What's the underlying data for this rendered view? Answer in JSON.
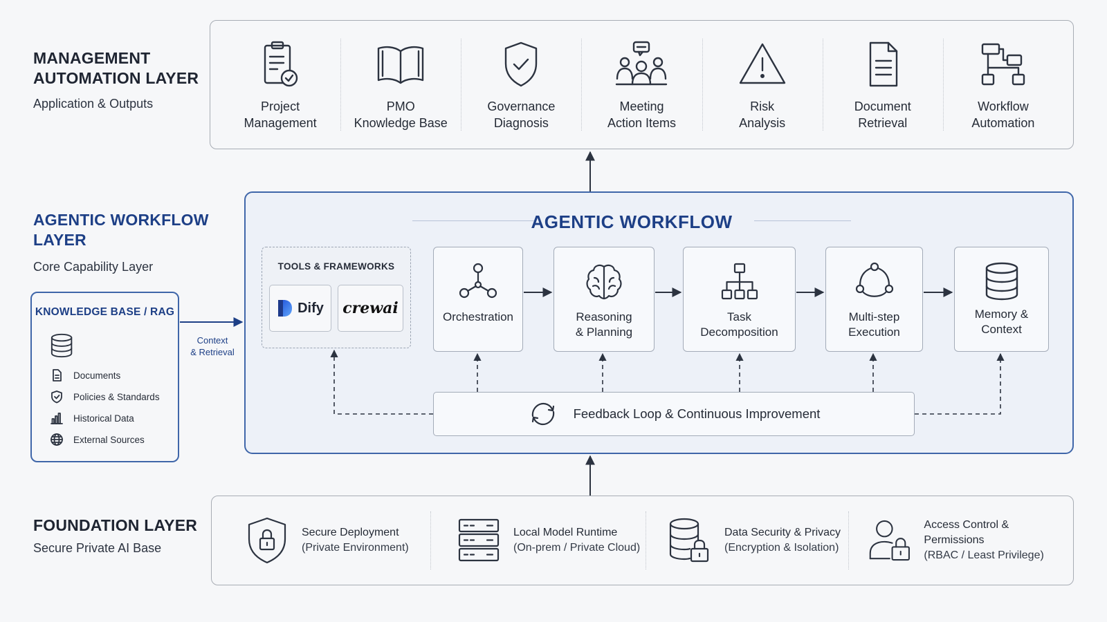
{
  "management": {
    "title_line1": "MANAGEMENT",
    "title_line2": "AUTOMATION LAYER",
    "subtitle": "Application & Outputs",
    "items": [
      {
        "label": "Project\nManagement",
        "icon": "clipboard-check-icon"
      },
      {
        "label": "PMO\nKnowledge Base",
        "icon": "open-book-icon"
      },
      {
        "label": "Governance\nDiagnosis",
        "icon": "shield-check-icon"
      },
      {
        "label": "Meeting\nAction Items",
        "icon": "meeting-group-icon"
      },
      {
        "label": "Risk\nAnalysis",
        "icon": "warning-triangle-icon"
      },
      {
        "label": "Document\nRetrieval",
        "icon": "document-icon"
      },
      {
        "label": "Workflow\nAutomation",
        "icon": "workflow-nodes-icon"
      }
    ]
  },
  "agentic": {
    "left_title_line1": "AGENTIC WORKFLOW",
    "left_title_line2": "LAYER",
    "left_subtitle": "Core Capability Layer",
    "panel_title": "AGENTIC WORKFLOW",
    "tools_title": "TOOLS & FRAMEWORKS",
    "tools": [
      {
        "name": "Dify",
        "icon": "dify-logo"
      },
      {
        "name": "crewai",
        "icon": "crewai-logo"
      }
    ],
    "steps": [
      {
        "label": "Orchestration",
        "icon": "orchestration-nodes-icon"
      },
      {
        "label": "Reasoning\n& Planning",
        "icon": "brain-icon"
      },
      {
        "label": "Task\nDecomposition",
        "icon": "hierarchy-icon"
      },
      {
        "label": "Multi-step\nExecution",
        "icon": "cycle-nodes-icon"
      },
      {
        "label": "Memory &\nContext",
        "icon": "database-icon"
      }
    ],
    "feedback": {
      "label": "Feedback Loop & Continuous Improvement",
      "icon": "refresh-icon"
    }
  },
  "knowledge_base": {
    "title": "KNOWLEDGE BASE / RAG",
    "connector_label": "Context\n& Retrieval",
    "items": [
      {
        "label": "Documents",
        "icon": "document-icon"
      },
      {
        "label": "Policies & Standards",
        "icon": "shield-check-icon"
      },
      {
        "label": "Historical Data",
        "icon": "bar-chart-icon"
      },
      {
        "label": "External Sources",
        "icon": "globe-icon"
      }
    ]
  },
  "foundation": {
    "title": "FOUNDATION LAYER",
    "subtitle": "Secure Private AI Base",
    "items": [
      {
        "label": "Secure Deployment",
        "sub": "(Private Environment)",
        "icon": "shield-lock-icon"
      },
      {
        "label": "Local Model Runtime",
        "sub": "(On-prem / Private Cloud)",
        "icon": "server-icon"
      },
      {
        "label": "Data Security & Privacy",
        "sub": "(Encryption & Isolation)",
        "icon": "database-lock-icon"
      },
      {
        "label": "Access Control & Permissions",
        "sub": "(RBAC / Least Privilege)",
        "icon": "user-lock-icon"
      }
    ]
  },
  "colors": {
    "accent_blue": "#1d3f86",
    "panel_border": "#3f66a9",
    "panel_fill": "#edf1f8",
    "stroke": "#2c3340"
  }
}
